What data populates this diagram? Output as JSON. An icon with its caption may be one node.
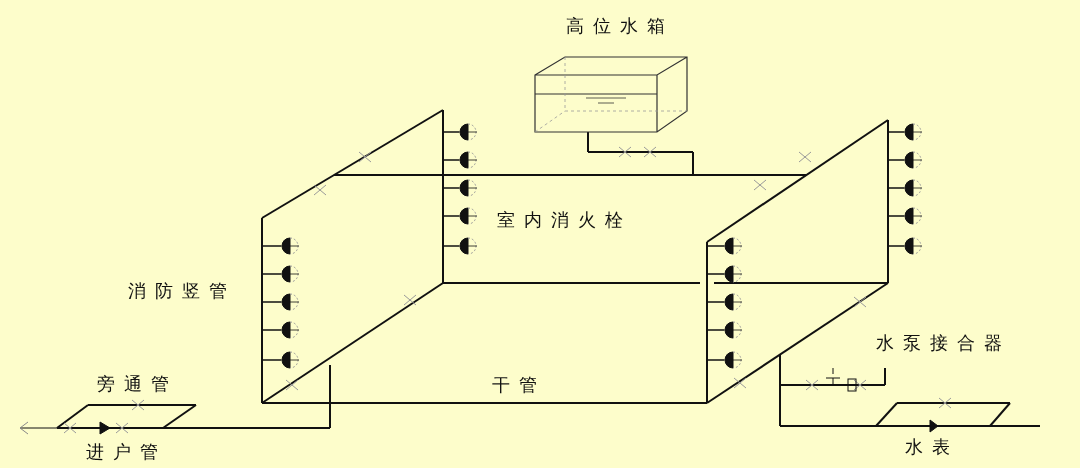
{
  "diagram": {
    "nodes": [
      {
        "text": [
          "高位水箱"
        ]
      }
    ],
    "labels": [
      "室内消火栓",
      "消防竖管",
      "水泵接合器",
      "旁通管",
      "干管",
      "进户管",
      "水表"
    ]
  }
}
